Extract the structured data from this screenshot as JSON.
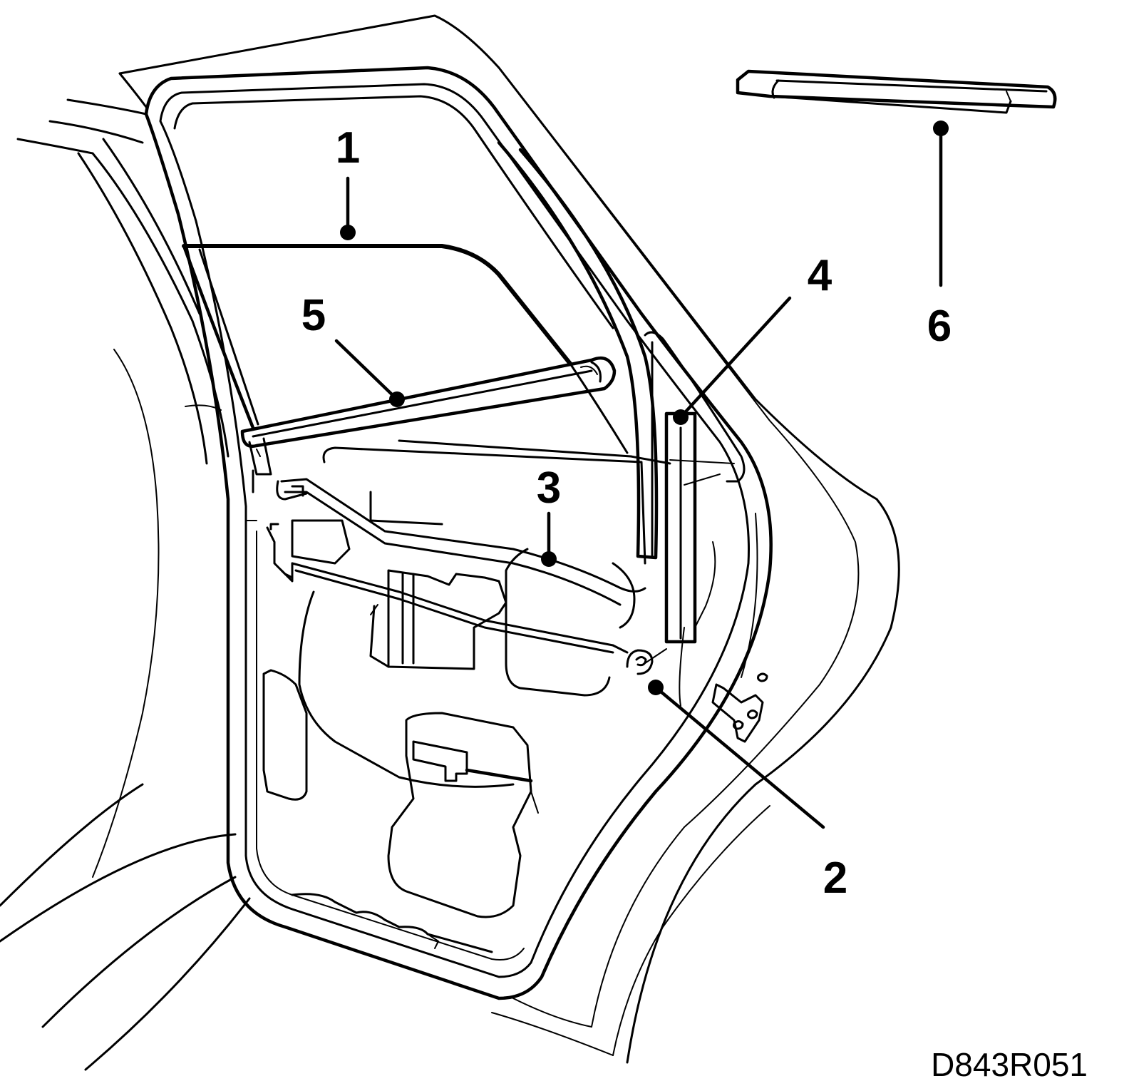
{
  "callouts": [
    {
      "id": "1",
      "label": "1"
    },
    {
      "id": "2",
      "label": "2"
    },
    {
      "id": "3",
      "label": "3"
    },
    {
      "id": "4",
      "label": "4"
    },
    {
      "id": "5",
      "label": "5"
    },
    {
      "id": "6",
      "label": "6"
    }
  ],
  "drawing_code": "D843R051"
}
